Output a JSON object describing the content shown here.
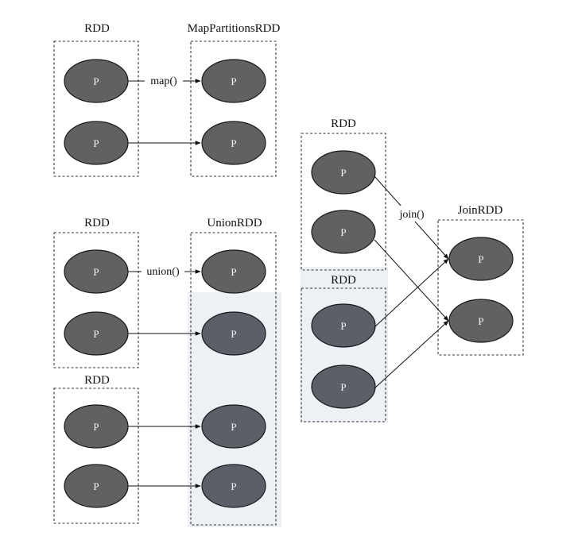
{
  "colors": {
    "partition_fill": "#616161",
    "partition_text": "#f2f2f2",
    "line": "#111111",
    "shade": "#d7dde8"
  },
  "map_example": {
    "source_label": "RDD",
    "target_label": "MapPartitionsRDD",
    "operation": "map()",
    "source_partitions": [
      "P",
      "P"
    ],
    "target_partitions": [
      "P",
      "P"
    ]
  },
  "union_example": {
    "source1_label": "RDD",
    "source2_label": "RDD",
    "target_label": "UnionRDD",
    "operation": "union()",
    "source1_partitions": [
      "P",
      "P"
    ],
    "source2_partitions": [
      "P",
      "P"
    ],
    "target_partitions": [
      "P",
      "P",
      "P",
      "P"
    ]
  },
  "join_example": {
    "source1_label": "RDD",
    "source2_label": "RDD",
    "target_label": "JoinRDD",
    "operation": "join()",
    "source1_partitions": [
      "P",
      "P"
    ],
    "source2_partitions": [
      "P",
      "P"
    ],
    "target_partitions": [
      "P",
      "P"
    ]
  }
}
